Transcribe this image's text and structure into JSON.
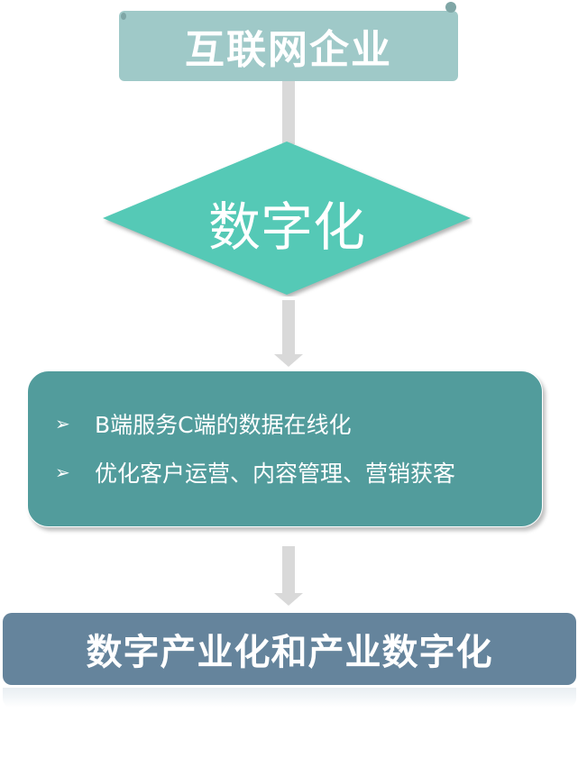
{
  "top": {
    "title": "互联网企业"
  },
  "diamond": {
    "label": "数字化"
  },
  "box": {
    "items": [
      {
        "bullet": "➢",
        "text": "B端服务C端的数据在线化"
      },
      {
        "bullet": "➢",
        "text": "优化客户运营、内容管理、营销获客"
      }
    ]
  },
  "bottom": {
    "title": "数字产业化和产业数字化"
  },
  "colors": {
    "banner": "#9fc9c8",
    "diamond": "#55c9b6",
    "box": "#529c9c",
    "bottom": "#65849c",
    "connector": "#d9d9d9"
  }
}
